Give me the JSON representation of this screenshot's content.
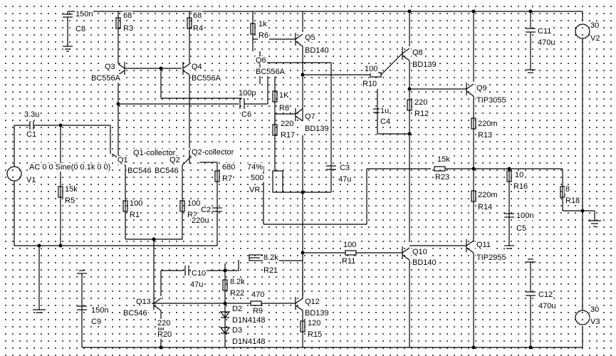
{
  "labels": {
    "c8_val": "150n",
    "c8": "C8",
    "r3_val": "68",
    "r3": "R3",
    "r4_val": "68",
    "r4": "R4",
    "r6_val": "1k",
    "r6": "R6",
    "q5": "Q5",
    "q5_type": "BD140",
    "q3": "Q3",
    "q3_type": "BC556A",
    "q4": "Q4",
    "q4_type": "BC556A",
    "q6": "Q6",
    "q6_type": "BC556A",
    "r10_val": "100",
    "r10": "R10",
    "q8": "Q8",
    "q8_type": "BD139",
    "c11": "C11",
    "c11_val": "470u",
    "v2_val": "30",
    "v2": "V2",
    "q9": "Q9",
    "q9_type": "TIP3055",
    "c6_val": "100p",
    "c6": "C6",
    "r8_val": "1K",
    "r8": "R8",
    "c4_val": "1u",
    "c4": "C4",
    "r12_val": "220",
    "r12": "R12",
    "q7": "Q7",
    "q7_type": "BD139",
    "r17_val": "220",
    "r17": "R17",
    "r13_val": "220m",
    "r13": "R13",
    "c1_val": "3.3u",
    "c1": "C1",
    "q1_coll": "Q1-collector",
    "q2_coll": "Q2-collector",
    "q1": "Q1",
    "q1_type": "BC546",
    "q2": "Q2",
    "q2_type": "BC546",
    "r7_val": "680",
    "r7": "R7",
    "vr_pct": "74%",
    "vr_val": "500",
    "vr": "VR",
    "c3": "C3",
    "c3_val": "47u",
    "r23_val": "15k",
    "r23": "R23",
    "r16_val": "10",
    "r16": "R16",
    "v1_src": "AC 0 0 Sine(0 0.1k 0 0)",
    "v1": "V1",
    "r5_val": "15k",
    "r5": "R5",
    "r18_val": "8",
    "r18": "R18",
    "r1_val": "100",
    "r1": "R1",
    "r2_val": "100",
    "r2": "R2",
    "c2": "C2",
    "c2_val": "220u",
    "r14_val": "220m",
    "r14": "R14",
    "c5_val": "100n",
    "c5": "C5",
    "r11_val": "100",
    "r11": "R11",
    "q10": "Q10",
    "q10_type": "BD140",
    "q11": "Q11",
    "q11_type": "TIP2955",
    "r21_val": "8.2k",
    "r21": "R21",
    "c10": "C10",
    "c10_val": "47u",
    "r22_val": "8.2k",
    "r22": "R22",
    "r9_val": "470",
    "r9": "R9",
    "q12": "Q12",
    "q12_type": "BD139",
    "c12": "C12",
    "c12_val": "470u",
    "q13": "Q13",
    "q13_type": "BC546",
    "c9_val": "150n",
    "c9": "C9",
    "d2": "D2",
    "d2_type": "D1N4148",
    "d3": "D3",
    "d3_type": "D1N4148",
    "r20_val": "220",
    "r20": "R20",
    "r15_val": "120",
    "r15": "R15",
    "v3_val": "30",
    "v3": "V3"
  }
}
